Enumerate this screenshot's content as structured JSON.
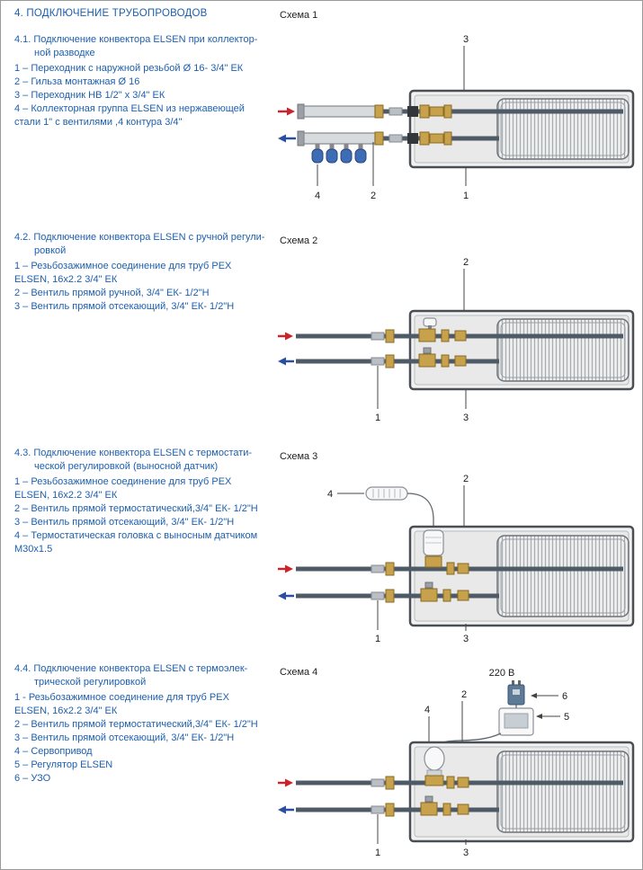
{
  "page": {
    "title": "4. ПОДКЛЮЧЕНИЕ ТРУБОПРОВОДОВ"
  },
  "colors": {
    "accent_text": "#1d5fae",
    "supply_arrow": "#cc2229",
    "return_arrow": "#2a4fa0",
    "brass": "#c7a14b",
    "callout_text": "#1a1a1a"
  },
  "sections": [
    {
      "title": "4.1. Подключение конвектора ELSEN при коллектор-\nной разводке",
      "items": [
        "1 – Переходник с наружной резьбой Ø 16- 3/4\" ЕК",
        "2 – Гильза монтажная Ø 16",
        "3 – Переходник НВ  1/2\" х 3/4\" ЕК",
        "4 – Коллекторная группа ELSEN из нержавеющей\nстали 1\" с вентилями ,4 контура 3/4\""
      ]
    },
    {
      "title": "4.2. Подключение конвектора ELSEN с ручной регули-\nровкой",
      "items": [
        "1 –  Резьбозажимное соединение для труб PEX\nELSEN, 16х2.2 3/4\" ЕК",
        "2 – Вентиль прямой  ручной, 3/4\" ЕК- 1/2\"Н",
        "3 – Вентиль прямой отсекающий, 3/4\" ЕК- 1/2\"Н"
      ]
    },
    {
      "title": "4.3. Подключение конвектора ELSEN с термостати-\nческой регулировкой (выносной датчик)",
      "items": [
        "1 –  Резьбозажимное соединение для труб PEX\nELSEN, 16х2.2 3/4\" ЕК",
        "2 – Вентиль прямой  термостатический,3/4\" ЕК- 1/2\"Н",
        "3 – Вентиль прямой отсекающий, 3/4\" ЕК- 1/2\"Н",
        "4 – Термостатическая головка с выносным датчиком\nМ30х1.5"
      ]
    },
    {
      "title": "4.4. Подключение  конвектора  ELSEN  с  термоэлек-\nтрической регулировкой",
      "items": [
        "1 -  Резьбозажимное соединение для труб PEX\nELSEN, 16х2.2 3/4\" ЕК",
        "2 – Вентиль прямой  термостатический,3/4\" ЕК- 1/2\"Н",
        "3 – Вентиль прямой отсекающий, 3/4\" ЕК- 1/2\"Н",
        "4 – Сервопривод",
        "5 – Регулятор ELSEN",
        "6 – УЗО"
      ]
    }
  ],
  "schemes": [
    {
      "label": "Схема 1",
      "callouts": {
        "c1": "1",
        "c2": "2",
        "c3": "3",
        "c4": "4"
      }
    },
    {
      "label": "Схема 2",
      "callouts": {
        "c1": "1",
        "c2": "2",
        "c3": "3"
      }
    },
    {
      "label": "Схема 3",
      "callouts": {
        "c1": "1",
        "c2": "2",
        "c3": "3",
        "c4": "4"
      }
    },
    {
      "label": "Схема 4",
      "callouts": {
        "c1": "1",
        "c2": "2",
        "c3": "3",
        "c4": "4",
        "c5": "5",
        "c6": "6",
        "voltage": "220 В"
      }
    }
  ]
}
